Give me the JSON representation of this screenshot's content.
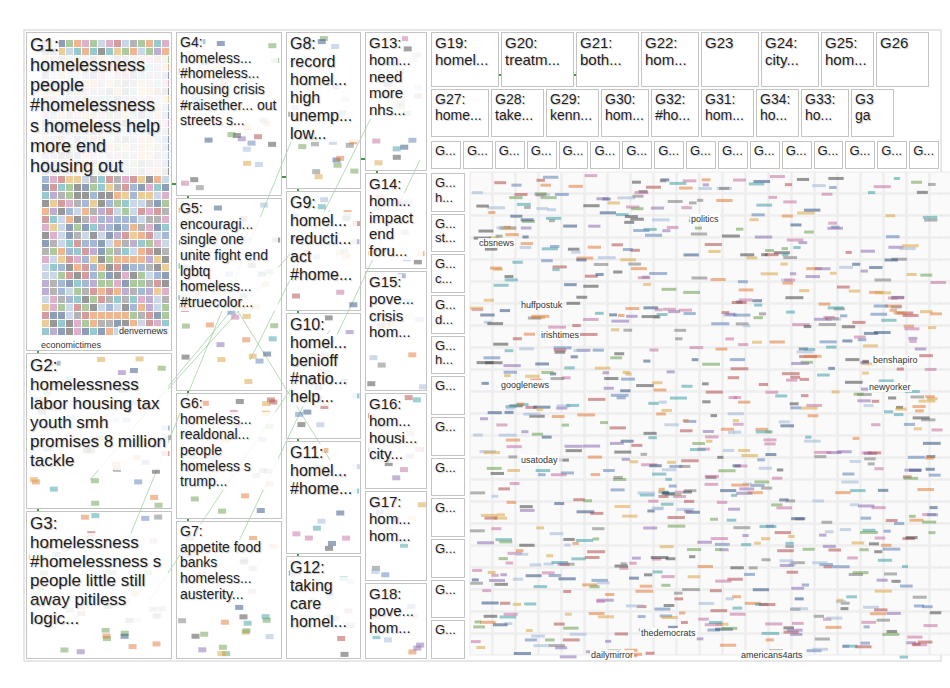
{
  "diagram": {
    "nodes": [
      {
        "text": [
          "G1:",
          "homelessness people #homelessness s homeless help more end housing out"
        ]
      },
      {
        "text": [
          "G2:",
          "homelessness labor housing tax youth smh promises 8 million tackle"
        ]
      },
      {
        "text": [
          "G3:",
          "homelessness #homelessness s people little still away pitiless logic..."
        ]
      },
      {
        "text": [
          "G4:",
          "homeless... #homeless... housing crisis #raisether... out streets s..."
        ]
      },
      {
        "text": [
          "G5:",
          "encouragi... single one unite fight end lgbtq homeless... #truecolor..."
        ]
      },
      {
        "text": [
          "G6:",
          "homeless... realdonal... people homeless s trump..."
        ]
      },
      {
        "text": [
          "G7:",
          "appetite food banks homeless... austerity..."
        ]
      },
      {
        "text": [
          "G8:",
          "record homel... high unemp... low..."
        ]
      },
      {
        "text": [
          "G9:",
          "homel... reducti... act #home..."
        ]
      },
      {
        "text": [
          "G10:",
          "homel... benioff #natio... help..."
        ]
      },
      {
        "text": [
          "G11:",
          "homel... #home..."
        ]
      },
      {
        "text": [
          "G12:",
          "taking care homel..."
        ]
      },
      {
        "text": [
          "G13:",
          "hom... need more nhs..."
        ]
      },
      {
        "text": [
          "G14:",
          "hom... impact end foru..."
        ]
      },
      {
        "text": [
          "G15:",
          "pove... crisis hom..."
        ]
      },
      {
        "text": [
          "G16:",
          "hom... housi... city..."
        ]
      },
      {
        "text": [
          "G17:",
          "hom... hom..."
        ]
      },
      {
        "text": [
          "G18:",
          "pove... hom..."
        ]
      },
      {
        "text": [
          "G19:",
          "homel..."
        ]
      },
      {
        "text": [
          "G20:",
          "treatm..."
        ]
      },
      {
        "text": [
          "G21:",
          "both..."
        ]
      },
      {
        "text": [
          "G22:",
          "hom..."
        ]
      },
      {
        "text": [
          "G23"
        ]
      },
      {
        "text": [
          "G24:",
          "city..."
        ]
      },
      {
        "text": [
          "G25:",
          "hom..."
        ]
      },
      {
        "text": [
          "G26"
        ]
      },
      {
        "text": [
          "G27:",
          "home..."
        ]
      },
      {
        "text": [
          "G28:",
          "take..."
        ]
      },
      {
        "text": [
          "G29:",
          "kenn..."
        ]
      },
      {
        "text": [
          "G30:",
          "hom..."
        ]
      },
      {
        "text": [
          "G32:",
          "#ho..."
        ]
      },
      {
        "text": [
          "G31:",
          "hom..."
        ]
      },
      {
        "text": [
          "G34:",
          "ho..."
        ]
      },
      {
        "text": [
          "G33:",
          "ho..."
        ]
      },
      {
        "text": [
          "G3",
          "ga"
        ]
      },
      {
        "text": [
          "G..."
        ]
      },
      {
        "text": [
          "G..."
        ]
      },
      {
        "text": [
          "G..."
        ]
      },
      {
        "text": [
          "G..."
        ]
      },
      {
        "text": [
          "G..."
        ]
      },
      {
        "text": [
          "G..."
        ]
      },
      {
        "text": [
          "G..."
        ]
      },
      {
        "text": [
          "G..."
        ]
      },
      {
        "text": [
          "G..."
        ]
      },
      {
        "text": [
          "G..."
        ]
      },
      {
        "text": [
          "G..."
        ]
      },
      {
        "text": [
          "G..."
        ]
      },
      {
        "text": [
          "G..."
        ]
      },
      {
        "text": [
          "G..."
        ]
      },
      {
        "text": [
          "G..."
        ]
      },
      {
        "text": [
          "G..."
        ]
      },
      {
        "text": [
          "G...",
          "h..."
        ]
      },
      {
        "text": [
          "G...",
          "st..."
        ]
      },
      {
        "text": [
          "G...",
          "c..."
        ]
      },
      {
        "text": [
          "G...",
          "d..."
        ]
      },
      {
        "text": [
          "G...",
          "h..."
        ]
      },
      {
        "text": [
          "G..."
        ]
      },
      {
        "text": [
          "G..."
        ]
      },
      {
        "text": [
          "G..."
        ]
      },
      {
        "text": [
          "G..."
        ]
      },
      {
        "text": [
          "G..."
        ]
      },
      {
        "text": [
          "G..."
        ]
      },
      {
        "text": [
          "G..."
        ]
      }
    ],
    "edges": [
      {
        "from": 0,
        "to": 1,
        "arrow": "none"
      },
      {
        "from": 1,
        "to": 2,
        "arrow": "none"
      },
      {
        "from": 0,
        "to": 3,
        "arrow": "none"
      },
      {
        "from": 3,
        "to": 4,
        "arrow": "none"
      },
      {
        "from": 4,
        "to": 5,
        "arrow": "none"
      },
      {
        "from": 5,
        "to": 6,
        "arrow": "none"
      },
      {
        "from": 3,
        "to": 7,
        "arrow": "none"
      },
      {
        "from": 7,
        "to": 8,
        "arrow": "none"
      },
      {
        "from": 8,
        "to": 9,
        "arrow": "none"
      },
      {
        "from": 9,
        "to": 10,
        "arrow": "none"
      },
      {
        "from": 10,
        "to": 11,
        "arrow": "none"
      },
      {
        "from": 7,
        "to": 12,
        "arrow": "none"
      },
      {
        "from": 12,
        "to": 13,
        "arrow": "none"
      },
      {
        "from": 18,
        "to": 19,
        "arrow": "none"
      },
      {
        "from": 19,
        "to": 20,
        "arrow": "none"
      }
    ],
    "labels": [
      "economictimes",
      "denvernews",
      "cbsnews",
      "politics",
      "huffpostuk",
      "irishtimes",
      "googlenews",
      "benshapiro",
      "newyorker",
      "usatoday",
      "thedemocrats",
      "dailymirror",
      "americans4arts"
    ]
  }
}
